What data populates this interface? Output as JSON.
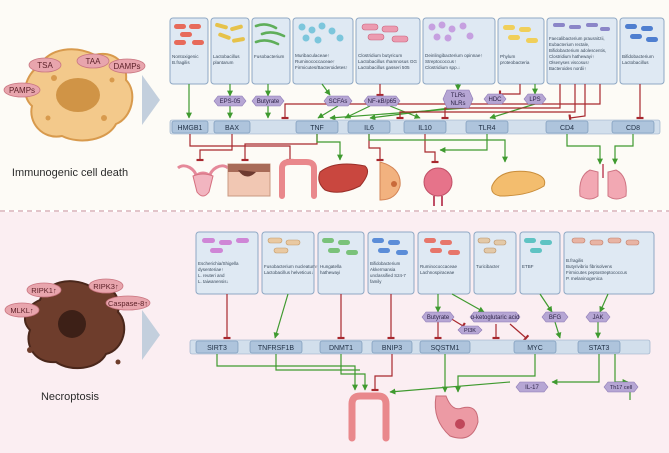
{
  "panels": {
    "top": {
      "label": "Immunogenic cell death",
      "cell_tags": [
        "TSA",
        "TAA",
        "DAMPs",
        "PAMPs"
      ],
      "bacteria_boxes": [
        {
          "lines": [
            "Nontoxigenic",
            "B.fragilis"
          ]
        },
        {
          "lines": [
            "Lactobacillus",
            "plantarum"
          ]
        },
        {
          "lines": [
            "Fusobacterium"
          ]
        },
        {
          "lines": [
            "Muribaculaceae↑",
            "Ruminococcaceae↑",
            "Firmicutes/Bacteroidetes↑"
          ]
        },
        {
          "lines": [
            "Clostridium butyricum",
            "Lactobacillus rhamnosus GG",
            "Lactobacillus gasseri 505"
          ]
        },
        {
          "lines": [
            "Deinlingibacterium opinnae↑",
            "Streptococcus↑",
            "Clostridium spp.↓"
          ]
        },
        {
          "lines": [
            "Phylum",
            "proteobacteria"
          ]
        },
        {
          "lines": [
            "Faecalibacterium prausnitzii,",
            "Eubacterium rectale,",
            "Bifidobacterium adolescentis,",
            "Clostridium hathewayi↑",
            "Olsenyses viscosus↑",
            "Bacteroides nordii↑"
          ]
        },
        {
          "lines": [
            "Bifidobacterium",
            "Lactobacillus"
          ]
        }
      ],
      "mediators": [
        "EPS-05",
        "Butyrate",
        "SCFAs",
        "NF-κB/p65",
        "TLRs",
        "NLRs",
        "HDC",
        "LPS"
      ],
      "targets": [
        "HMGB1",
        "BAX",
        "TNF",
        "IL6",
        "IL10",
        "TLR4",
        "CD4",
        "CD8"
      ]
    },
    "bottom": {
      "label": "Necroptosis",
      "cell_tags": [
        "RIPK1↑",
        "RIPK3↑",
        "MLKL↑",
        "Caspase-8↑"
      ],
      "bacteria_boxes": [
        {
          "lines": [
            "Escherichia/Shigella",
            "dysenteriae↑",
            "L. reuteri and",
            "L. taiwanensis↓"
          ]
        },
        {
          "lines": [
            "Fusobacterium nucleatum↑",
            "Lactobacillus helveticus↓"
          ]
        },
        {
          "lines": [
            "Hungatella",
            "hathewayi"
          ]
        },
        {
          "lines": [
            "Bifidobacterium",
            "Akkermansia",
            "unclassified S24-7",
            "family"
          ]
        },
        {
          "lines": [
            "Ruminococcaceae",
            "Lachnospiraceae"
          ]
        },
        {
          "lines": [
            "Turicibacter"
          ]
        },
        {
          "lines": [
            "ETBF"
          ]
        },
        {
          "lines": [
            "B.fragilis",
            "Butyrivibrio fibrisolvens",
            "Firmicutes peptostreptococcus",
            "P. melaninogenica"
          ]
        }
      ],
      "mediators": [
        "Butyrate",
        "α-ketoglutaric acid",
        "PI3K",
        "BFG",
        "JAK",
        "IL-17",
        "Th17 cell"
      ],
      "targets": [
        "SIRT3",
        "TNFRSF1B",
        "DNMT1",
        "BNIP3",
        "SQSTM1",
        "MYC",
        "STAT3"
      ]
    }
  },
  "colors": {
    "promote": "#3f9a2f",
    "inhibit": "#a8282e",
    "box_fill": "#dfe9f3",
    "box_stroke": "#8fa8c4",
    "target_fill": "#aec4dc",
    "mediator_fill": "#b6a6d4",
    "tag_fill": "#e8a5ad",
    "top_bg": "#fdfbf6",
    "bottom_bg": "#fbeef2"
  }
}
